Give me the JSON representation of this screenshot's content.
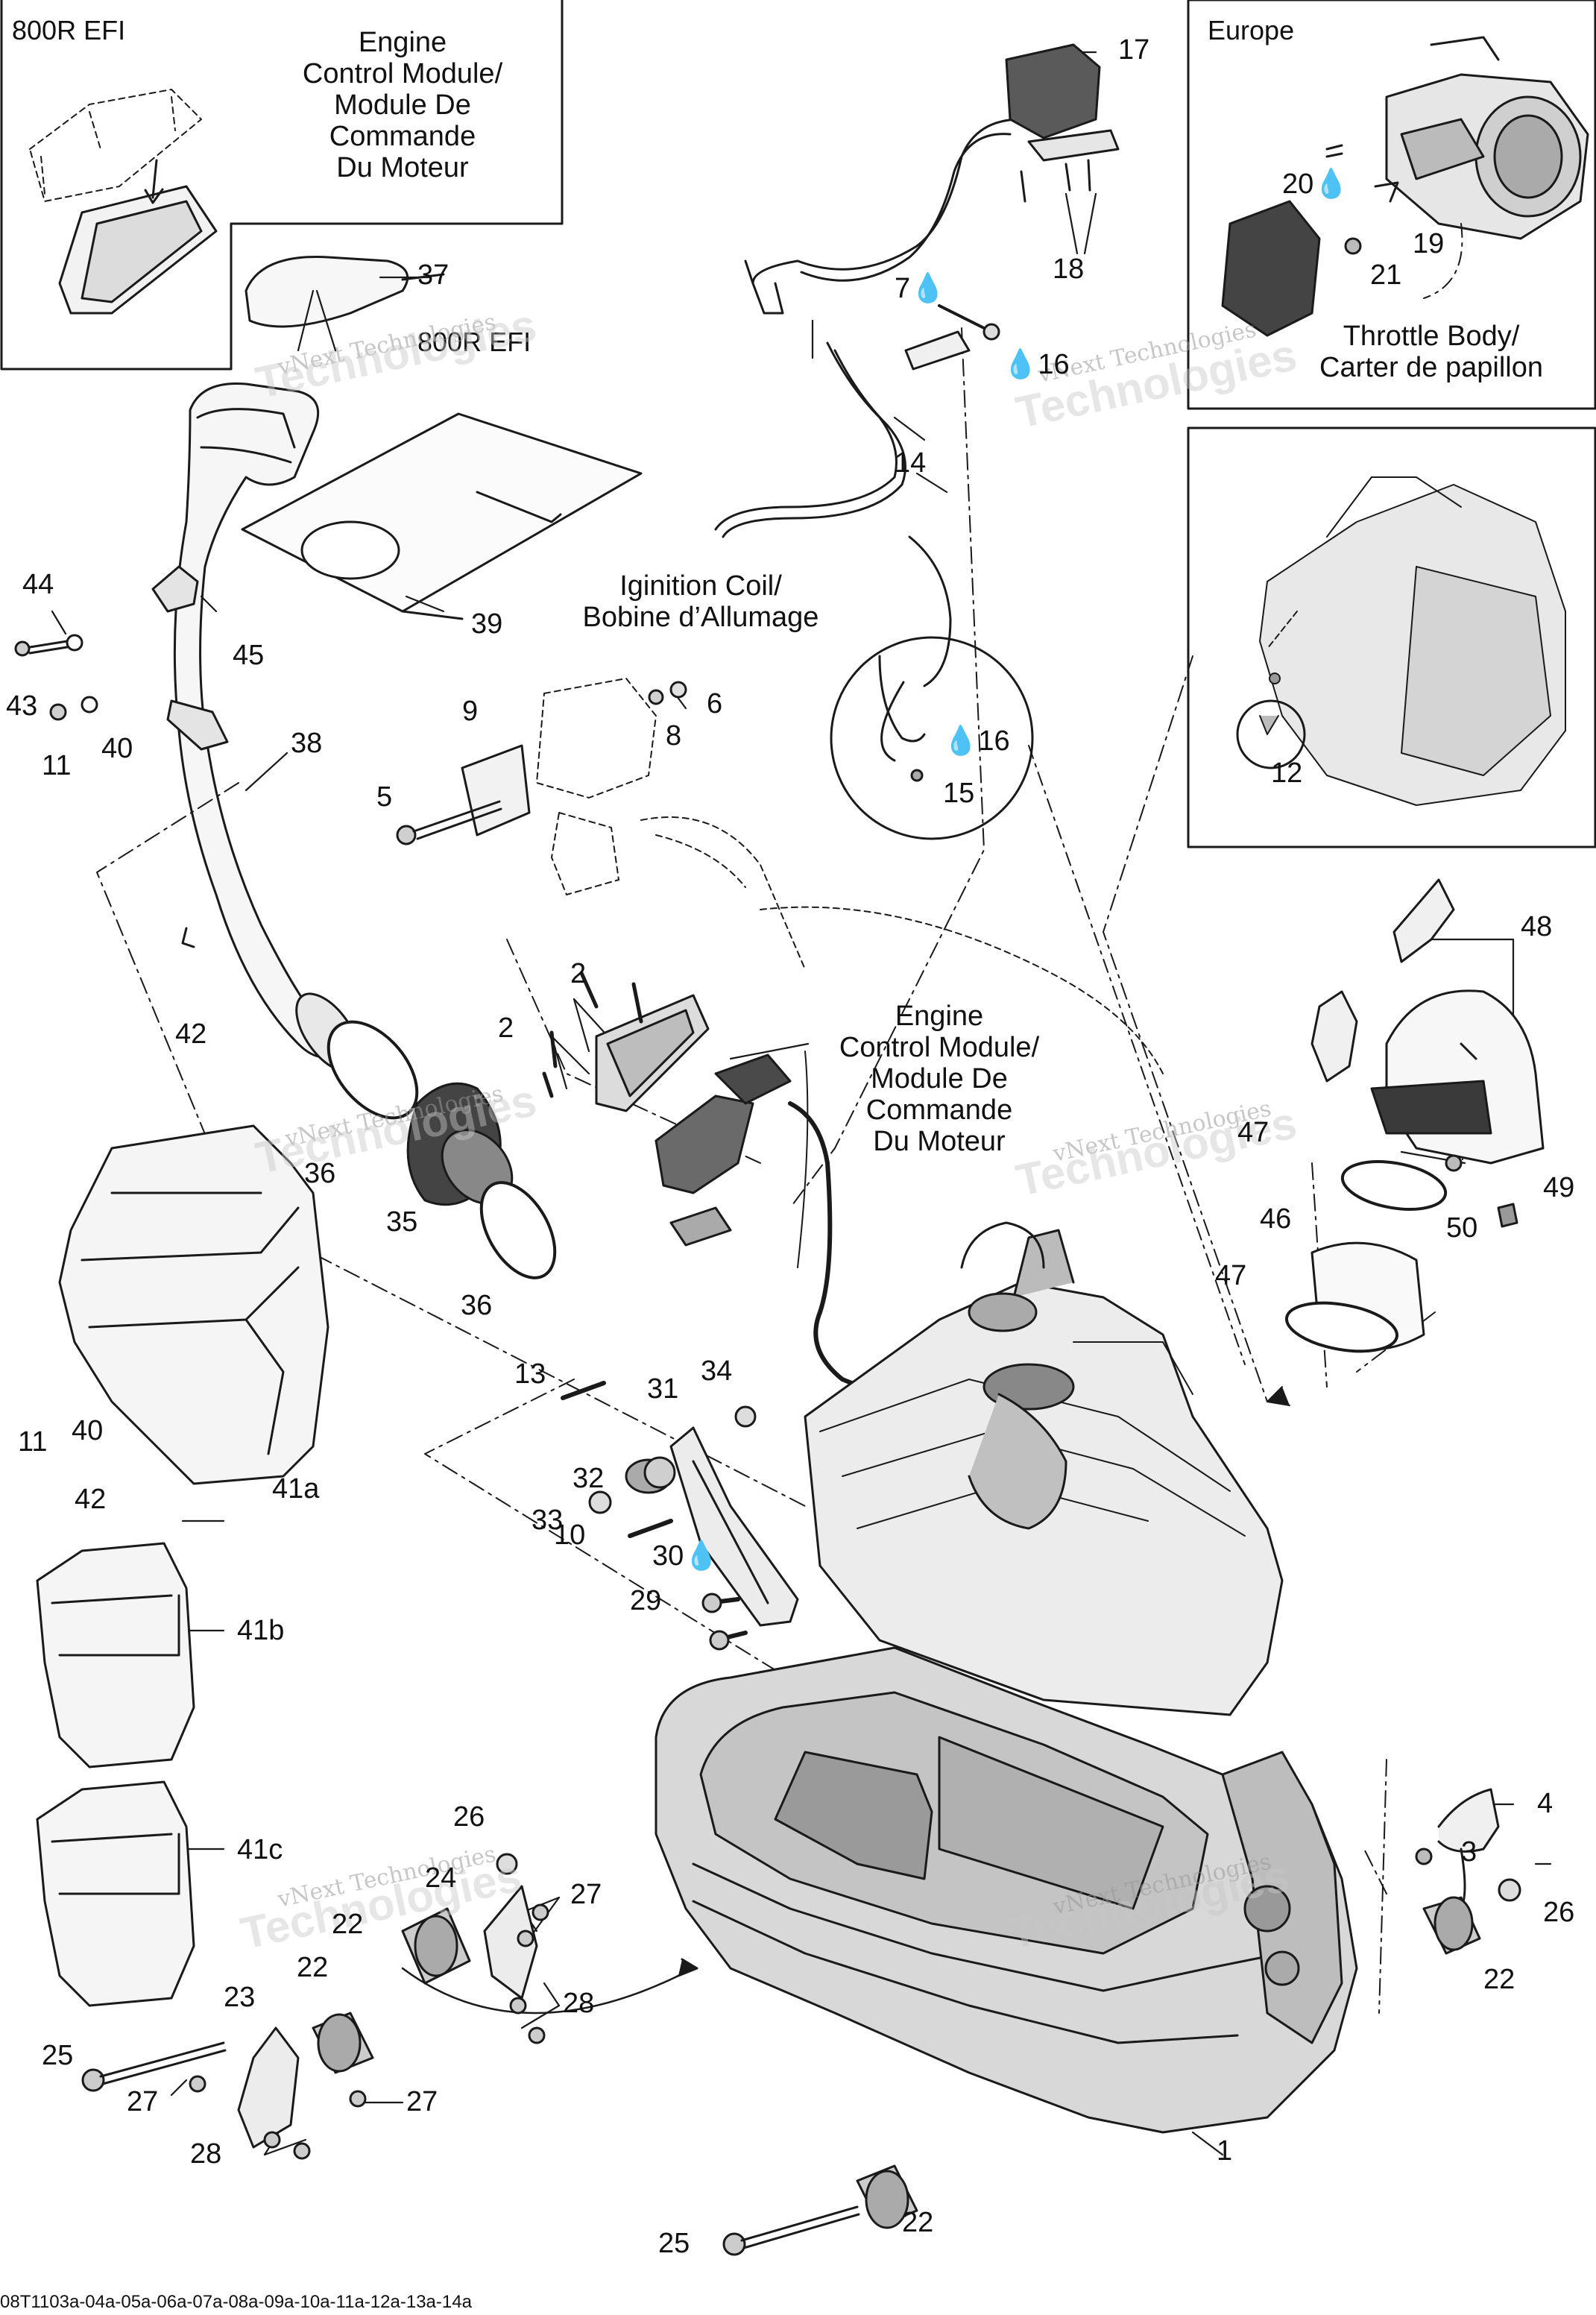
{
  "insets": {
    "ecm_top_left": {
      "corner": "800R EFI",
      "caption": [
        "Engine",
        "Control Module/",
        "Module De",
        "Commande",
        "Du Moteur"
      ]
    },
    "europe": {
      "corner": "Europe",
      "caption": [
        "Throttle Body/",
        "Carter de papillon"
      ]
    }
  },
  "captions": {
    "intake_variant": "800R EFI",
    "ignition": [
      "Iginition Coil/",
      "Bobine d’Allumage"
    ],
    "ecm_main": [
      "Engine",
      "Control Module/",
      "Module De",
      "Commande",
      "Du Moteur"
    ]
  },
  "watermark": {
    "line1": "vNext Technologies",
    "line2": "Technologies"
  },
  "parts": [
    {
      "id": "p17",
      "text": "17"
    },
    {
      "id": "p18",
      "text": "18"
    },
    {
      "id": "p7",
      "text": "7"
    },
    {
      "id": "p16a",
      "text": "16"
    },
    {
      "id": "p14",
      "text": "14"
    },
    {
      "id": "p20",
      "text": "20"
    },
    {
      "id": "p19",
      "text": "19"
    },
    {
      "id": "p21",
      "text": "21"
    },
    {
      "id": "p37",
      "text": "37"
    },
    {
      "id": "p39",
      "text": "39"
    },
    {
      "id": "p44",
      "text": "44"
    },
    {
      "id": "p45",
      "text": "45"
    },
    {
      "id": "p43",
      "text": "43"
    },
    {
      "id": "p11a",
      "text": "11"
    },
    {
      "id": "p40a",
      "text": "40"
    },
    {
      "id": "p38",
      "text": "38"
    },
    {
      "id": "p6",
      "text": "6"
    },
    {
      "id": "p8",
      "text": "8"
    },
    {
      "id": "p9",
      "text": "9"
    },
    {
      "id": "p5",
      "text": "5"
    },
    {
      "id": "p16b",
      "text": "16"
    },
    {
      "id": "p15",
      "text": "15"
    },
    {
      "id": "p12",
      "text": "12"
    },
    {
      "id": "p2a",
      "text": "2"
    },
    {
      "id": "p2b",
      "text": "2"
    },
    {
      "id": "p48",
      "text": "48"
    },
    {
      "id": "p42a",
      "text": "42"
    },
    {
      "id": "p36a",
      "text": "36"
    },
    {
      "id": "p35",
      "text": "35"
    },
    {
      "id": "p36b",
      "text": "36"
    },
    {
      "id": "p47a",
      "text": "47"
    },
    {
      "id": "p49",
      "text": "49"
    },
    {
      "id": "p50",
      "text": "50"
    },
    {
      "id": "p46",
      "text": "46"
    },
    {
      "id": "p47b",
      "text": "47"
    },
    {
      "id": "p11b",
      "text": "11"
    },
    {
      "id": "p40b",
      "text": "40"
    },
    {
      "id": "p41a",
      "text": "41a"
    },
    {
      "id": "p42b",
      "text": "42"
    },
    {
      "id": "p13",
      "text": "13"
    },
    {
      "id": "p31",
      "text": "31"
    },
    {
      "id": "p34",
      "text": "34"
    },
    {
      "id": "p32",
      "text": "32"
    },
    {
      "id": "p33",
      "text": "33"
    },
    {
      "id": "p10",
      "text": "10"
    },
    {
      "id": "p30",
      "text": "30"
    },
    {
      "id": "p29",
      "text": "29"
    },
    {
      "id": "p41b",
      "text": "41b"
    },
    {
      "id": "p41c",
      "text": "41c"
    },
    {
      "id": "p26a",
      "text": "26"
    },
    {
      "id": "p24",
      "text": "24"
    },
    {
      "id": "p27a",
      "text": "27"
    },
    {
      "id": "p22a",
      "text": "22"
    },
    {
      "id": "p22b",
      "text": "22"
    },
    {
      "id": "p28a",
      "text": "28"
    },
    {
      "id": "p23",
      "text": "23"
    },
    {
      "id": "p25a",
      "text": "25"
    },
    {
      "id": "p27b",
      "text": "27"
    },
    {
      "id": "p27c",
      "text": "27"
    },
    {
      "id": "p28b",
      "text": "28"
    },
    {
      "id": "p4",
      "text": "4"
    },
    {
      "id": "p3",
      "text": "3"
    },
    {
      "id": "p26b",
      "text": "26"
    },
    {
      "id": "p22c",
      "text": "22"
    },
    {
      "id": "p1",
      "text": "1"
    },
    {
      "id": "p25b",
      "text": "25"
    },
    {
      "id": "p22d",
      "text": "22"
    }
  ],
  "footer": "08T1103a-04a-05a-06a-07a-08a-09a-10a-11a-12a-13a-14a"
}
